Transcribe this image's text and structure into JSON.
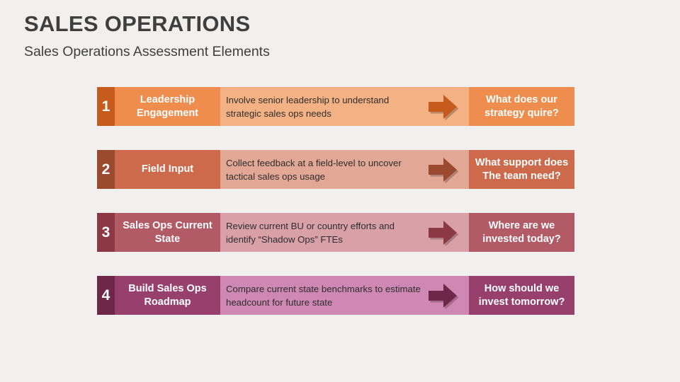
{
  "header": {
    "title": "SALES OPERATIONS",
    "subtitle": "Sales Operations Assessment Elements",
    "title_color": "#3f3f3f"
  },
  "background_color": "#f1f0ef",
  "rows": [
    {
      "number": "1",
      "title": "Leadership Engagement",
      "description": "Involve senior leadership to understand strategic sales ops needs",
      "question": "What does our strategy quire?",
      "arrow_icon": "right-arrow-icon",
      "colors": {
        "number_block": "#c75b1e",
        "title_block": "#ef8d4e",
        "description_block": "#f4b183",
        "question_block": "#ef8d4e",
        "arrow": "#c75b1e"
      }
    },
    {
      "number": "2",
      "title": "Field Input",
      "description": "Collect feedback at a field-level to uncover tactical sales ops usage",
      "question": "What support does The team need?",
      "arrow_icon": "right-arrow-icon",
      "colors": {
        "number_block": "#9c4a2f",
        "title_block": "#cd6a4c",
        "description_block": "#e3a795",
        "question_block": "#cd6a4c",
        "arrow": "#9c4a2f"
      }
    },
    {
      "number": "3",
      "title": "Sales Ops Current State",
      "description": "Review current BU or country efforts and identify “Shadow Ops” FTEs",
      "question": "Where are we invested today?",
      "arrow_icon": "right-arrow-icon",
      "colors": {
        "number_block": "#8b3a45",
        "title_block": "#b25a66",
        "description_block": "#d9a0a7",
        "question_block": "#b25a66",
        "arrow": "#8b3a45"
      }
    },
    {
      "number": "4",
      "title": "Build Sales Ops Roadmap",
      "description": "Compare current state benchmarks to estimate headcount for future state",
      "question": "How should we invest tomorrow?",
      "arrow_icon": "right-arrow-icon",
      "colors": {
        "number_block": "#6e2749",
        "title_block": "#97406e",
        "description_block": "#cf87b4",
        "question_block": "#97406e",
        "arrow": "#6e2749"
      }
    }
  ]
}
